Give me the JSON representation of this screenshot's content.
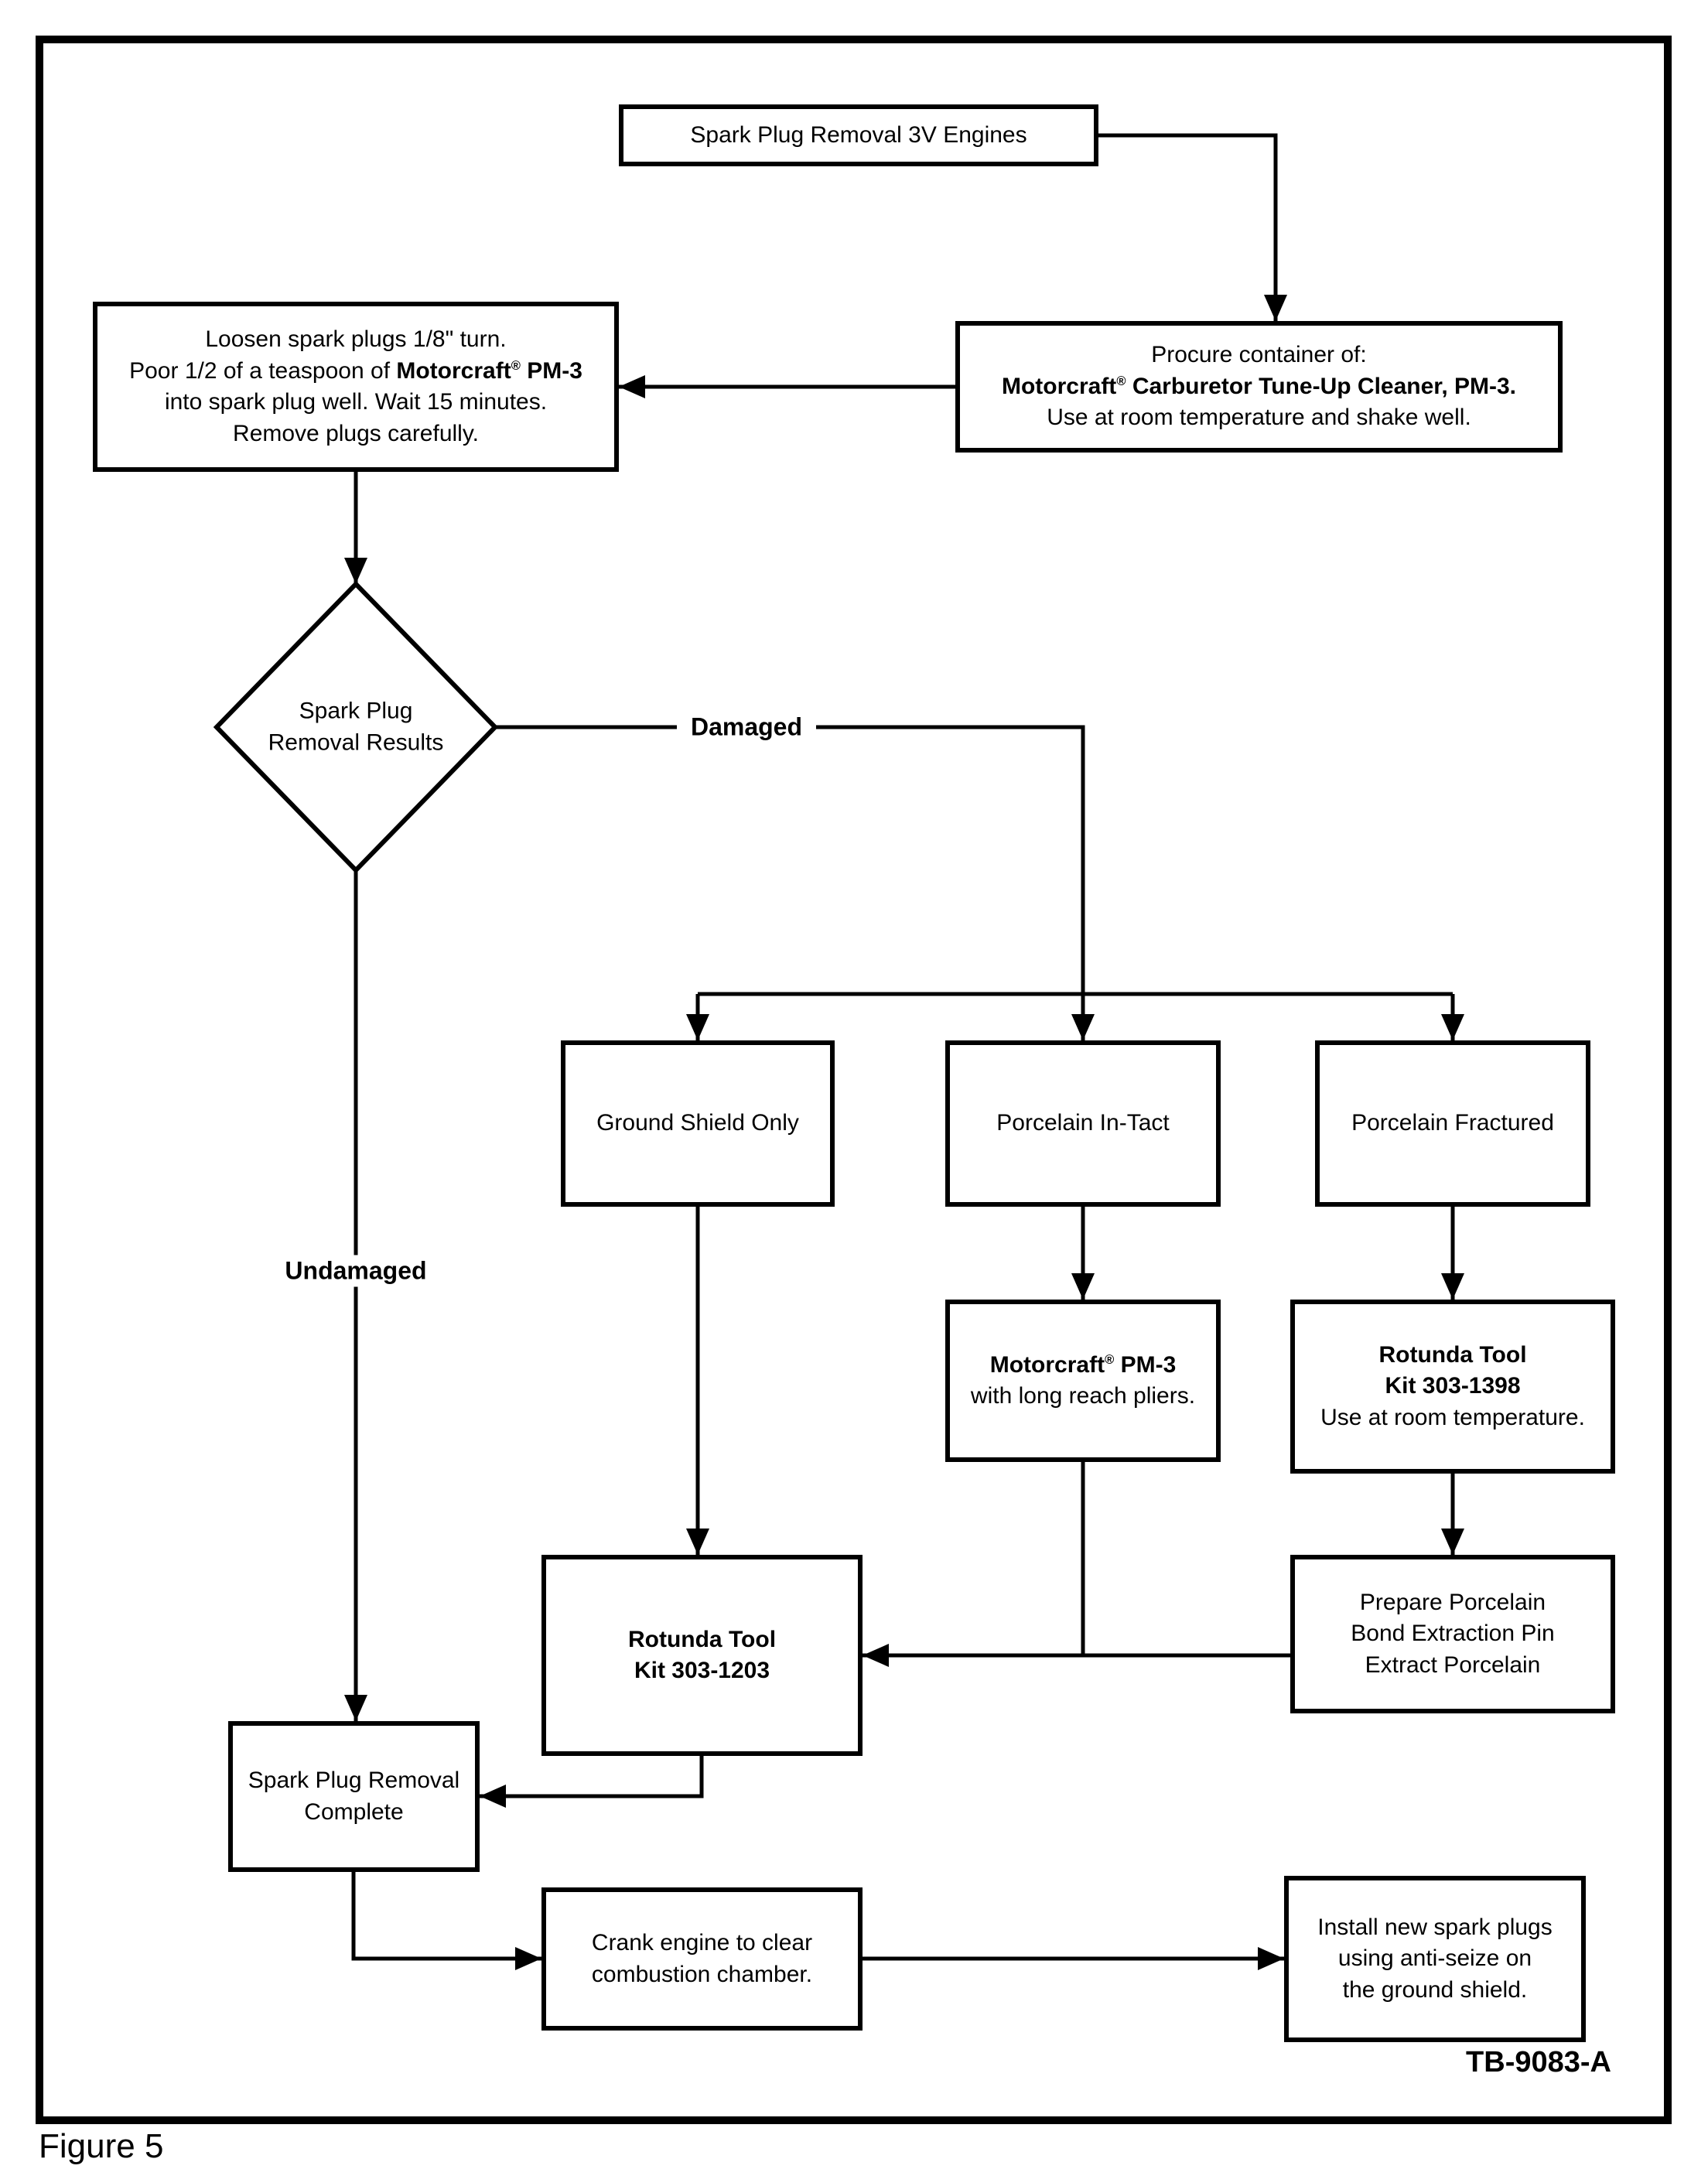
{
  "figure": {
    "caption": "Figure 5",
    "doc_ref": "TB-9083-A"
  },
  "branch_labels": {
    "damaged": "Damaged",
    "undamaged": "Undamaged"
  },
  "nodes": {
    "start": {
      "lines": [
        {
          "text": "Spark Plug Removal 3V Engines"
        }
      ]
    },
    "procure": {
      "lines": [
        {
          "text": "Procure container of:"
        },
        {
          "text": "Motorcraft® Carburetor Tune-Up Cleaner, PM-3.",
          "bold": true
        },
        {
          "text": "Use at room temperature and shake well."
        }
      ]
    },
    "loosen": {
      "lines": [
        {
          "text": "Loosen spark plugs 1/8\" turn."
        },
        {
          "segments": [
            {
              "text": "Poor 1/2 of a teaspoon of "
            },
            {
              "text": "Motorcraft® PM-3",
              "bold": true
            }
          ]
        },
        {
          "text": "into spark plug well. Wait 15 minutes."
        },
        {
          "text": "Remove plugs carefully."
        }
      ]
    },
    "decision": {
      "lines": [
        {
          "text": "Spark Plug"
        },
        {
          "text": "Removal Results"
        }
      ]
    },
    "ground_shield": {
      "lines": [
        {
          "text": "Ground Shield Only"
        }
      ]
    },
    "porcelain_intact": {
      "lines": [
        {
          "text": "Porcelain In-Tact"
        }
      ]
    },
    "porcelain_fractured": {
      "lines": [
        {
          "text": "Porcelain Fractured"
        }
      ]
    },
    "pm3_pliers": {
      "lines": [
        {
          "text": "Motorcraft® PM-3",
          "bold": true
        },
        {
          "text": "with long reach pliers."
        }
      ]
    },
    "rotunda_1398": {
      "lines": [
        {
          "text": "Rotunda Tool",
          "bold": true
        },
        {
          "text": "Kit 303-1398",
          "bold": true
        },
        {
          "text": "Use at room temperature."
        }
      ]
    },
    "rotunda_1203": {
      "lines": [
        {
          "text": "Rotunda Tool",
          "bold": true
        },
        {
          "text": "Kit 303-1203",
          "bold": true
        }
      ]
    },
    "prepare_porcelain": {
      "lines": [
        {
          "text": "Prepare Porcelain"
        },
        {
          "text": "Bond Extraction Pin"
        },
        {
          "text": "Extract Porcelain"
        }
      ]
    },
    "removal_complete": {
      "lines": [
        {
          "text": "Spark Plug Removal"
        },
        {
          "text": "Complete"
        }
      ]
    },
    "crank_engine": {
      "lines": [
        {
          "text": "Crank engine to clear"
        },
        {
          "text": "combustion chamber."
        }
      ]
    },
    "install_plugs": {
      "lines": [
        {
          "text": "Install new spark plugs"
        },
        {
          "text": "using anti-seize on"
        },
        {
          "text": "the ground shield."
        }
      ]
    }
  }
}
